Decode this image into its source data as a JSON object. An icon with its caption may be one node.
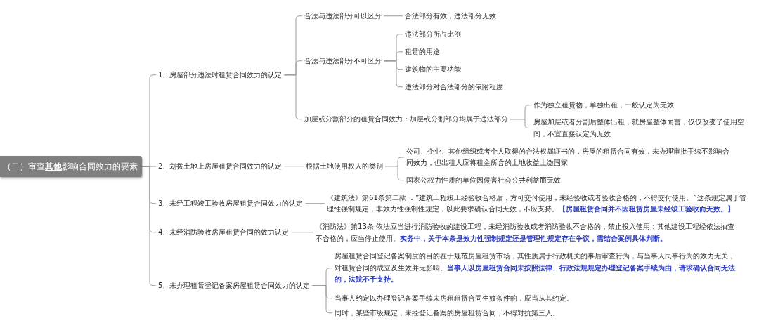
{
  "diagram": {
    "nodes": [
      {
        "text": [
          "（二）审查**其他**影响合同效力的要素"
        ]
      },
      {
        "text": [
          "1、房屋部分违法时租赁合同效力的认定"
        ]
      },
      {
        "text": [
          "合法与违法部分可以区分"
        ]
      },
      {
        "text": [
          "合法部分有效，违法部分无效"
        ]
      },
      {
        "text": [
          "合法与违法部分不可区分"
        ]
      },
      {
        "text": [
          "违法部分所占比例"
        ]
      },
      {
        "text": [
          "租赁的用途"
        ]
      },
      {
        "text": [
          "建筑物的主要功能"
        ]
      },
      {
        "text": [
          "违法部分对合法部分的依附程度"
        ]
      },
      {
        "text": [
          "加层或分割部分的租赁合同效力：加层或分割部分均属于违法部分"
        ]
      },
      {
        "text": [
          "作为独立租赁物，单独出租，一般认定为无效"
        ]
      },
      {
        "text": [
          "房屋加层或者分割后整体出租，就房屋整体而言，仅仅改变了使用空间，不宜直接认定为无效"
        ]
      },
      {
        "text": [
          "2、划拨土地上房屋租赁合同效力的认定"
        ]
      },
      {
        "text": [
          "根据土地使用权人的类别"
        ]
      },
      {
        "text": [
          "公司、企业、其他组织或者个人取得的合法权属证书的，房屋的租赁合同有效，未办理审批手续不影响合同效力，但出租人应将租金所含的土地收益上缴国家"
        ]
      },
      {
        "text": [
          "国家公权力性质的单位因侵害社会公共利益而无效"
        ]
      },
      {
        "text": [
          "3、未经工程竣工验收房屋租赁合同效力的认定"
        ]
      },
      {
        "text": [
          "《建筑法》第61条第二款 ：“建筑工程竣工经验收合格后，方可交付使用；未经验收或者验收合格的，不得交付使用。”这条规定属于管理性强制规定，非效力性强制性规定，以此要求确认合同无效，不应支持。**【房屋租赁合同并不因租赁房屋未经竣工验收而无效。】**"
        ]
      },
      {
        "text": [
          "4、未经消防验收房屋租赁合同的效力认定"
        ]
      },
      {
        "text": [
          "《消防法》第13条 依法应当进行消防验收的建设工程，未经消防验收或者消防验收不合格的，禁止投入使用；其他建设工程经依法抽查不合格的，应当停止使用。**实务中，关于本条是效力性强制规定还是管理性规定存在争议，需结合案例具体判断。**"
        ]
      },
      {
        "text": [
          "5、未办理租赁登记备案房屋租赁合同效力的认定"
        ]
      },
      {
        "text": [
          "房屋租赁合同登记备案制度的目的在于规范房屋租赁市场，其性质属于行政机关的事后审查行为，与当事人民事行为的效力无关，对租赁合同的成立及生效并无影响。**当事人以房屋租赁合同未按照法律、行政法规规定办理登记备案手续为由，请求确认合同无法的，法院不予支持。**"
        ]
      },
      {
        "text": [
          "当事人约定以办理登记备案手续未房租租赁合同生效条件的，应当从其约定。"
        ]
      },
      {
        "text": [
          "同时，某些市级规定，未经登记备案的房屋租赁合同，不得对抗第三人。"
        ]
      }
    ],
    "edges": [
      {
        "from": 0,
        "to": 1,
        "arrow": "none"
      },
      {
        "from": 0,
        "to": 12,
        "arrow": "none"
      },
      {
        "from": 0,
        "to": 16,
        "arrow": "none"
      },
      {
        "from": 0,
        "to": 18,
        "arrow": "none"
      },
      {
        "from": 0,
        "to": 20,
        "arrow": "none"
      },
      {
        "from": 1,
        "to": 2,
        "arrow": "none"
      },
      {
        "from": 1,
        "to": 4,
        "arrow": "none"
      },
      {
        "from": 1,
        "to": 9,
        "arrow": "none"
      },
      {
        "from": 2,
        "to": 3,
        "arrow": "none"
      },
      {
        "from": 4,
        "to": 5,
        "arrow": "none"
      },
      {
        "from": 4,
        "to": 6,
        "arrow": "none"
      },
      {
        "from": 4,
        "to": 7,
        "arrow": "none"
      },
      {
        "from": 4,
        "to": 8,
        "arrow": "none"
      },
      {
        "from": 9,
        "to": 10,
        "arrow": "none"
      },
      {
        "from": 9,
        "to": 11,
        "arrow": "none"
      },
      {
        "from": 12,
        "to": 13,
        "arrow": "none"
      },
      {
        "from": 13,
        "to": 14,
        "arrow": "none"
      },
      {
        "from": 13,
        "to": 15,
        "arrow": "none"
      },
      {
        "from": 16,
        "to": 17,
        "arrow": "none"
      },
      {
        "from": 18,
        "to": 19,
        "arrow": "none"
      },
      {
        "from": 20,
        "to": 21,
        "arrow": "none"
      },
      {
        "from": 20,
        "to": 22,
        "arrow": "none"
      },
      {
        "from": 20,
        "to": 23,
        "arrow": "none"
      }
    ]
  }
}
